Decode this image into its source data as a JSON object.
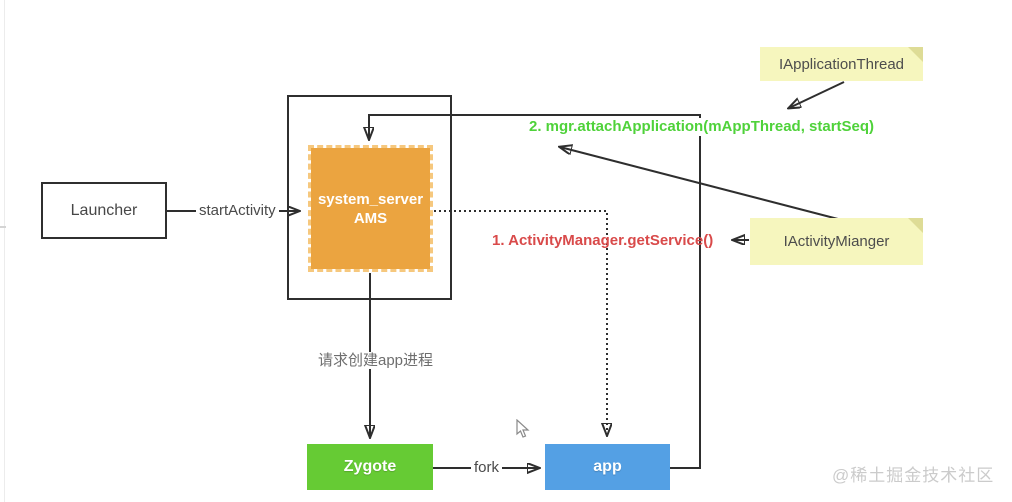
{
  "nodes": {
    "launcher": {
      "label": "Launcher"
    },
    "system_server": {
      "line1": "system_server",
      "line2": "AMS"
    },
    "zygote": {
      "label": "Zygote"
    },
    "app": {
      "label": "app"
    },
    "note_iapplicationthread": {
      "label": "IApplicationThread"
    },
    "note_iactivitymianger": {
      "label": "IActivityMianger"
    }
  },
  "edge_labels": {
    "start_activity": "startActivity",
    "fork": "fork",
    "create_app_process": "请求创建app进程"
  },
  "annotations": {
    "step1": "1. ActivityManager.getService()",
    "step2": "2. mgr.attachApplication(mAppThread, startSeq)"
  },
  "watermark": "@稀土掘金技术社区",
  "colors": {
    "box_border": "#2f2f2f",
    "connector_line": "#2e2e2e",
    "ams_fill": "#eba440",
    "zygote_fill": "#66cb34",
    "app_fill": "#54a0e4",
    "note_fill": "#f6f6be",
    "note_fold": "#dedc96",
    "step1_text": "#d94a4a",
    "step2_text": "#4fd23a",
    "watermark_text": "#cbcbcb"
  }
}
